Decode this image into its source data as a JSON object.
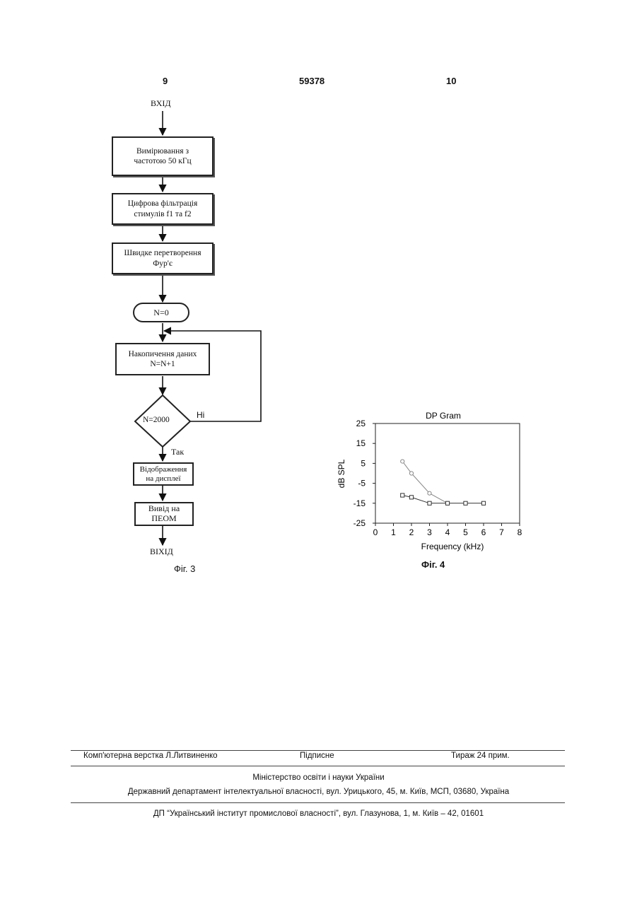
{
  "header": {
    "page_left": "9",
    "patent_number": "59378",
    "page_right": "10"
  },
  "flowchart": {
    "input": "ВХІД",
    "step1_line1": "Вимірювання з",
    "step1_line2": "частотою 50 кГц",
    "step2_line1": "Цифрова фільтрація",
    "step2_line2": "стимулів f1 та f2",
    "step3_line1": "Швидке перетворення",
    "step3_line2": "Фур'є",
    "init": "N=0",
    "accumulate_line1": "Накопичення даних",
    "accumulate_line2": "N=N+1",
    "decision": "N=2000",
    "no_label": "Ні",
    "yes_label": "Так",
    "display_line1": "Відображення",
    "display_line2": "на дисплеї",
    "output_line1": "Вивід на",
    "output_line2": "ПЕОМ",
    "exit": "ВІХІД",
    "caption": "Фіг. 3"
  },
  "chart_data": {
    "type": "line",
    "title": "DP Gram",
    "xlabel": "Frequency (kHz)",
    "ylabel": "dB SPL",
    "xlim": [
      0,
      8
    ],
    "ylim": [
      -25,
      25
    ],
    "xticks": [
      "0",
      "1",
      "2",
      "3",
      "4",
      "5",
      "6",
      "7",
      "8"
    ],
    "yticks": [
      "25",
      "15",
      "5",
      "-5",
      "-15",
      "-25"
    ],
    "grid": false,
    "series": [
      {
        "marker": "circle",
        "color": "#888888",
        "x": [
          1.5,
          2,
          3,
          4
        ],
        "y": [
          6,
          0,
          -10,
          -15
        ]
      },
      {
        "marker": "square",
        "color": "#333333",
        "x": [
          1.5,
          2,
          3,
          4,
          5,
          6
        ],
        "y": [
          -11,
          -12,
          -15,
          -15,
          -15,
          -15
        ]
      }
    ],
    "caption": "Фіг. 4"
  },
  "footer": {
    "layout": "Комп'ютерна верстка Л.Литвиненко",
    "signed": "Підписне",
    "circulation": "Тираж 24 прим.",
    "ministry": "Міністерство освіти і науки України",
    "department": "Державний департамент інтелектуальної власності, вул. Урицького, 45, м. Київ, МСП, 03680, Україна",
    "institute": "ДП “Український інститут промислової власності”, вул. Глазунова, 1, м. Київ – 42, 01601"
  }
}
